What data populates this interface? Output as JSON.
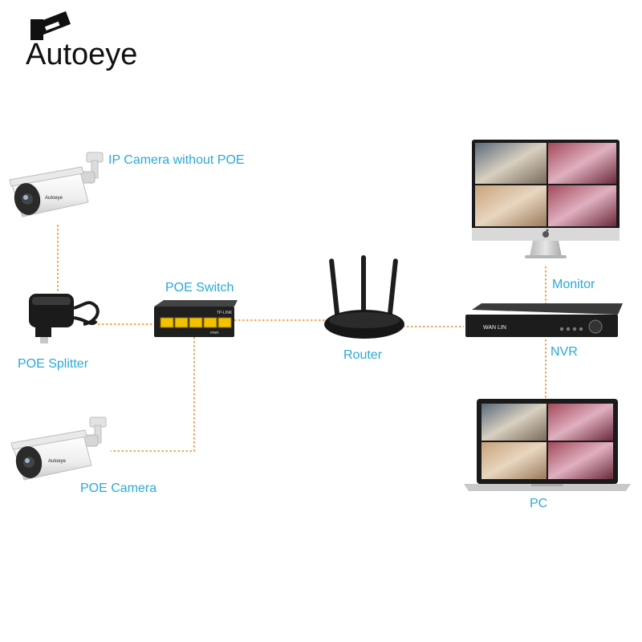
{
  "brand": {
    "name": "Autoeye"
  },
  "colors": {
    "label": "#29a9d8",
    "link": "#f28c28",
    "switch_port": "#f2c200",
    "device_dark": "#2a2a2a",
    "camera_body": "#f4f4f4"
  },
  "labels": {
    "ip_camera": "IP Camera without POE",
    "poe_switch": "POE Switch",
    "poe_splitter": "POE Splitter",
    "poe_camera": "POE Camera",
    "router": "Router",
    "monitor": "Monitor",
    "nvr": "NVR",
    "pc": "PC"
  },
  "device_text": {
    "camera_logo": "Autoeye",
    "nvr_brand": "WAN LIN",
    "switch_brand": "TP-LINK",
    "switch_pwr": "PWR"
  },
  "icons": {
    "brand_logo": "cctv-camera-icon",
    "monitor_logo": "apple-icon"
  }
}
